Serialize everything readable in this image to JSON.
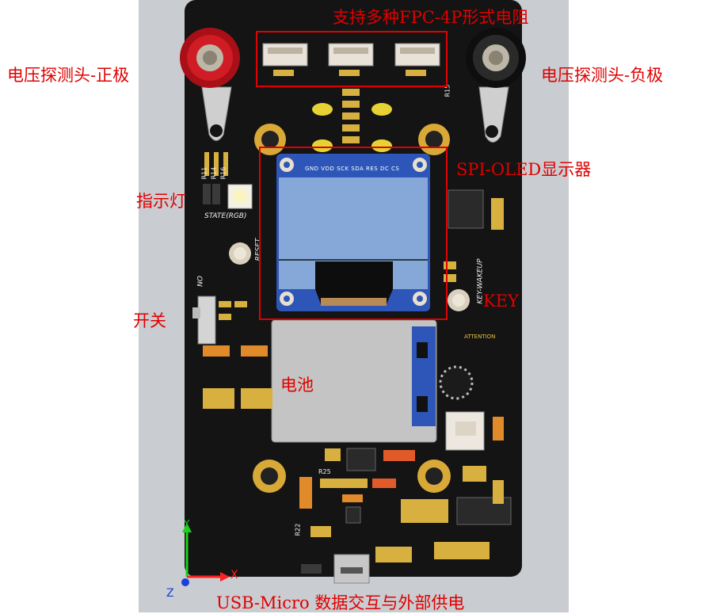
{
  "labels": {
    "fpc": "支持多种FPC-4P形式电阻",
    "probe_pos": "电压探测头-正极",
    "probe_neg": "电压探测头-负极",
    "oled": "SPI-OLED显示器",
    "indicator": "指示灯",
    "switch": "开关",
    "key": "KEY",
    "battery": "电池",
    "usb": "USB-Micro 数据交互与外部供电"
  },
  "silkscreen": {
    "oled_pins": [
      "GND",
      "VDD",
      "SCK",
      "SDA",
      "RES",
      "DC",
      "CS"
    ],
    "reset": "RESET",
    "state": "STATE(RGB)",
    "wakeup": "KEY-WAKEUP",
    "on": "ON",
    "r11": "R11",
    "r14": "R14",
    "r16": "R16",
    "r25": "R25",
    "r22": "R22",
    "r15": "R15",
    "attention": "ATTENTION"
  },
  "axes": {
    "x": "X",
    "y": "Y",
    "z": "Z"
  },
  "colors": {
    "annotation": "#e00000",
    "board": "#141414",
    "oled_pcb": "#2d56b8",
    "oled_screen": "#7fa3d6",
    "probe_pos": "#c0141b",
    "probe_neg": "#1a1a1a",
    "gold": "#d9a938"
  }
}
